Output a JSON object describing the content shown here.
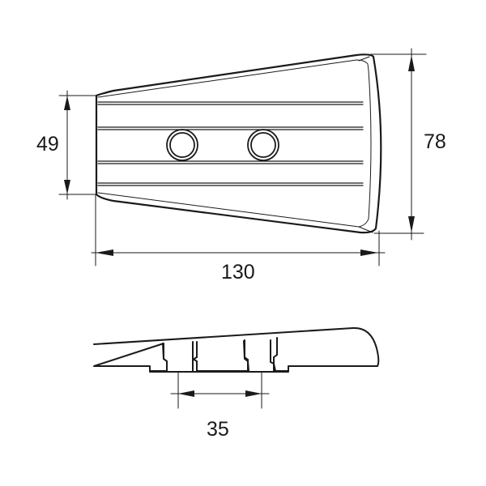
{
  "diagram": {
    "type": "technical-drawing",
    "views": [
      "top-view",
      "side-profile-view"
    ],
    "line_color": "#1a1a1a",
    "background": "#ffffff"
  },
  "dimensions": {
    "width_left_end": "49",
    "width_right_end": "78",
    "overall_length": "130",
    "hole_spacing": "35"
  },
  "features": {
    "mounting_holes": 2,
    "grooves": 4
  }
}
